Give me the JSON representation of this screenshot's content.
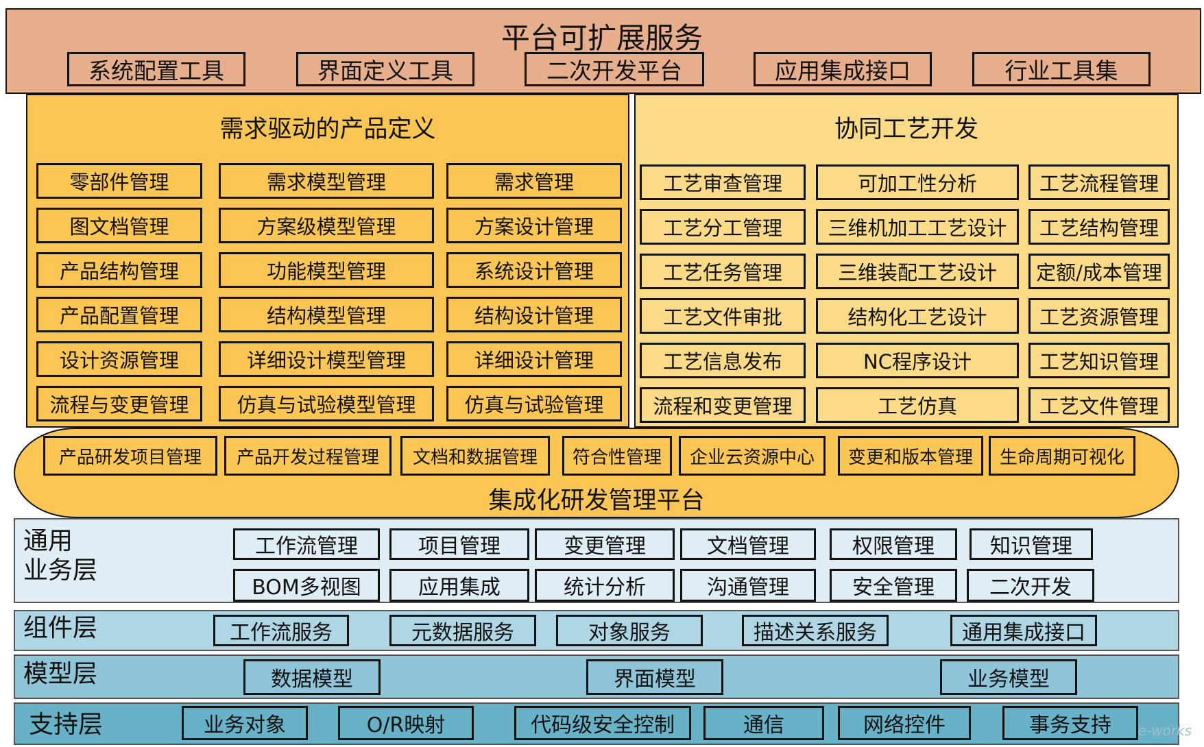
{
  "top": {
    "title": "平台可扩展服务",
    "items": [
      "系统配置工具",
      "界面定义工具",
      "二次开发平台",
      "应用集成接口",
      "行业工具集"
    ]
  },
  "left_panel": {
    "title": "需求驱动的产品定义",
    "rows": [
      [
        "零部件管理",
        "需求模型管理",
        "需求管理"
      ],
      [
        "图文档管理",
        "方案级模型管理",
        "方案设计管理"
      ],
      [
        "产品结构管理",
        "功能模型管理",
        "系统设计管理"
      ],
      [
        "产品配置管理",
        "结构模型管理",
        "结构设计管理"
      ],
      [
        "设计资源管理",
        "详细设计模型管理",
        "详细设计管理"
      ],
      [
        "流程与变更管理",
        "仿真与试验模型管理",
        "仿真与试验管理"
      ]
    ]
  },
  "right_panel": {
    "title": "协同工艺开发",
    "rows": [
      [
        "工艺审查管理",
        "可加工性分析",
        "工艺流程管理"
      ],
      [
        "工艺分工管理",
        "三维机加工工艺设计",
        "工艺结构管理"
      ],
      [
        "工艺任务管理",
        "三维装配工艺设计",
        "定额/成本管理"
      ],
      [
        "工艺文件审批",
        "结构化工艺设计",
        "工艺资源管理"
      ],
      [
        "工艺信息发布",
        "NC程序设计",
        "工艺知识管理"
      ],
      [
        "流程和变更管理",
        "工艺仿真",
        "工艺文件管理"
      ]
    ]
  },
  "platform": {
    "title": "集成化研发管理平台",
    "items": [
      "产品研发项目管理",
      "产品开发过程管理",
      "文档和数据管理",
      "符合性管理",
      "企业云资源中心",
      "变更和版本管理",
      "生命周期可视化"
    ]
  },
  "general_layer": {
    "name_line1": "通用",
    "name_line2": "业务层",
    "row1": [
      "工作流管理",
      "项目管理",
      "变更管理",
      "文档管理",
      "权限管理",
      "知识管理"
    ],
    "row2": [
      "BOM多视图",
      "应用集成",
      "统计分析",
      "沟通管理",
      "安全管理",
      "二次开发"
    ]
  },
  "component_layer": {
    "name": "组件层",
    "items": [
      "工作流服务",
      "元数据服务",
      "对象服务",
      "描述关系服务",
      "通用集成接口"
    ]
  },
  "model_layer": {
    "name": "模型层",
    "items": [
      "数据模型",
      "界面模型",
      "业务模型"
    ]
  },
  "support_layer": {
    "name": "支持层",
    "items": [
      "业务对象",
      "O/R映射",
      "代码级安全控制",
      "通信",
      "网络控件",
      "事务支持"
    ]
  },
  "watermark": "e-works"
}
